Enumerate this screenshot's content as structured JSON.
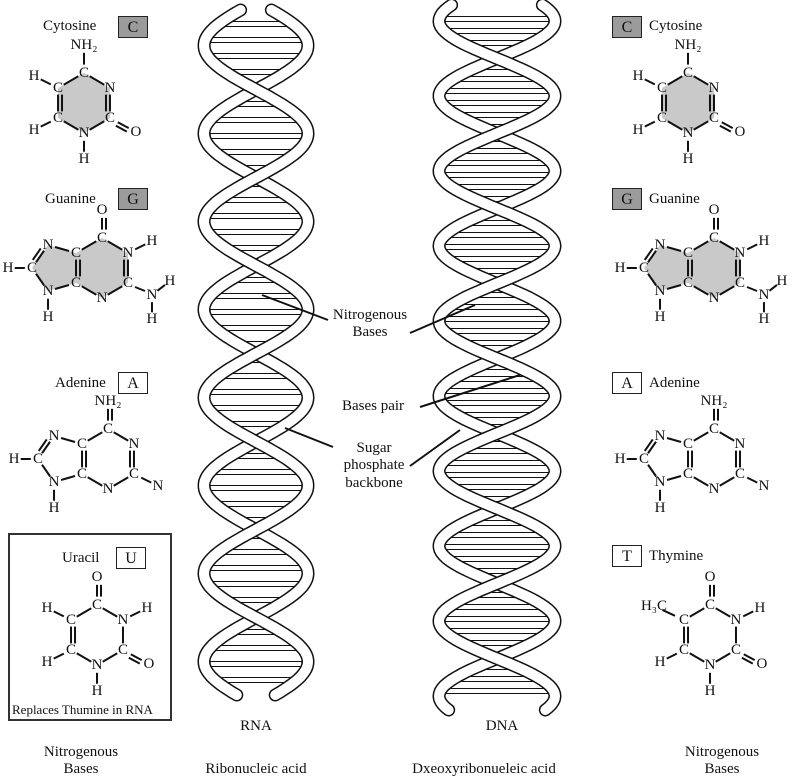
{
  "left_bases": {
    "cytosine": {
      "name": "Cytosine",
      "code": "C"
    },
    "guanine": {
      "name": "Guanine",
      "code": "G"
    },
    "adenine": {
      "name": "Adenine",
      "code": "A"
    },
    "uracil": {
      "name": "Uracil",
      "code": "U",
      "note": "Replaces Thumine in RNA"
    },
    "footer": "Nitrogenous\nBases"
  },
  "right_bases": {
    "cytosine": {
      "name": "Cytosine",
      "code": "C"
    },
    "guanine": {
      "name": "Guanine",
      "code": "G"
    },
    "adenine": {
      "name": "Adenine",
      "code": "A"
    },
    "thymine": {
      "name": "Thymine",
      "code": "T"
    },
    "footer": "Nitrogenous\nBases"
  },
  "helices": {
    "rna": {
      "short": "RNA",
      "long": "Ribonucleic acid"
    },
    "dna": {
      "short": "DNA",
      "long": "Dxeoxyribonueleic acid"
    }
  },
  "annotations": {
    "nitrogenous_bases": "Nitrogenous\nBases",
    "bases_pair": "Bases pair",
    "backbone": "Sugar\nphosphate\nbackbone"
  },
  "atoms": {
    "nh2": "NH₂",
    "n": "N",
    "c": "C",
    "h": "H",
    "o": "O",
    "h3c": "H₃C"
  },
  "colors": {
    "ring_fill": "#c9c9c9",
    "box_fill": "#9b9b9b",
    "ink": "#111111"
  }
}
